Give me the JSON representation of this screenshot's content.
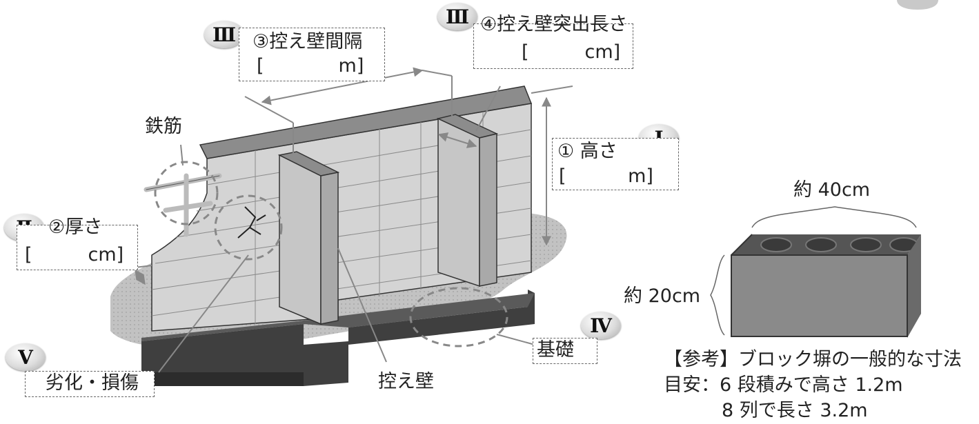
{
  "badges": {
    "I": "Ⅰ",
    "II": "Ⅱ",
    "III_a": "Ⅲ",
    "III_b": "Ⅲ",
    "IV": "Ⅳ",
    "V": "Ⅴ"
  },
  "labels": {
    "height_title": "① 高さ",
    "height_unit": "[　　　 m]",
    "thickness_title": "②厚さ",
    "thickness_unit": "[　　　cm]",
    "spacing_title": "③控え壁間隔",
    "spacing_unit": "[　　　　m]",
    "protrusion_title": "④控え壁突出長さ",
    "protrusion_unit": "[　　　cm]",
    "rebar": "鉄筋",
    "buttress": "控え壁",
    "foundation": "基礎",
    "deterioration": "劣化・損傷"
  },
  "reference": {
    "width": "約 40cm",
    "height": "約 20cm",
    "title": "【参考】ブロック塀の一般的な寸法",
    "line1": "目安：6 段積みで高さ 1.2m",
    "line2": "8 列で長さ 3.2m"
  },
  "colors": {
    "wall_face": "#d4d4d4",
    "wall_top": "#8c8c8c",
    "wall_side": "#b8b8b8",
    "foundation": "#3f3f3f",
    "ground": "#bdbdbd"
  }
}
